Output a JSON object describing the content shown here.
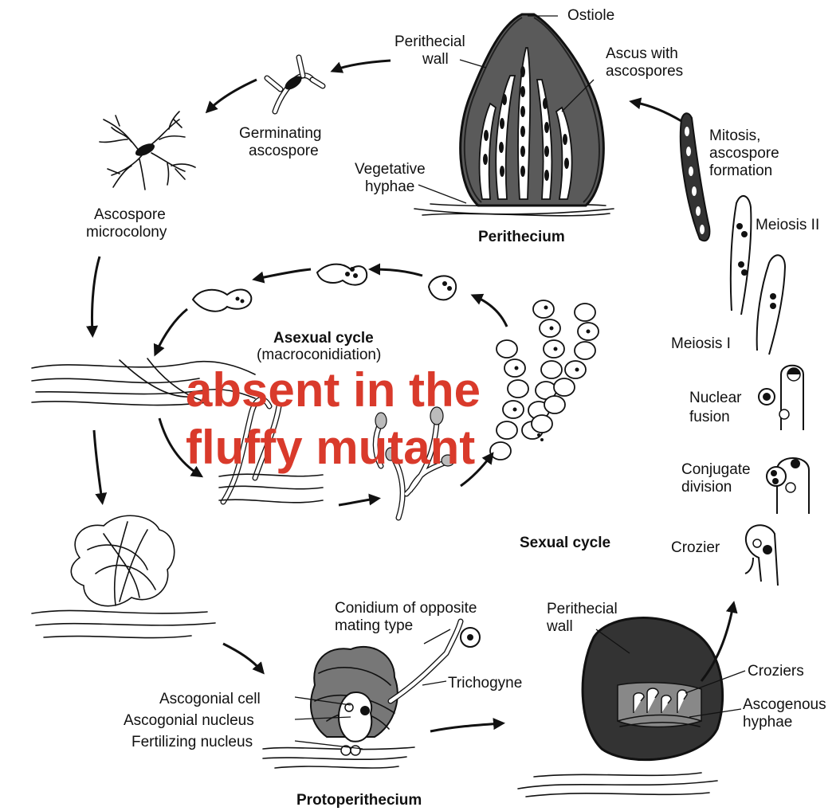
{
  "overlay": {
    "line1": "absent in the",
    "line2": "fluffy mutant",
    "color": "#d93a2b"
  },
  "labels": {
    "ostiole": "Ostiole",
    "perithecial_wall_top_1": "Perithecial",
    "perithecial_wall_top_2": "wall",
    "ascus_with_1": "Ascus with",
    "ascus_with_2": "ascospores",
    "vegetative_1": "Vegetative",
    "vegetative_2": "hyphae",
    "perithecium": "Perithecium",
    "germinating_1": "Germinating",
    "germinating_2": "ascospore",
    "microcolony_1": "Ascospore",
    "microcolony_2": "microcolony",
    "mitosis_1": "Mitosis,",
    "mitosis_2": "ascospore",
    "mitosis_3": "formation",
    "meiosis_2": "Meiosis II",
    "meiosis_1": "Meiosis I",
    "nuclear_1": "Nuclear",
    "nuclear_2": "fusion",
    "conjugate_1": "Conjugate",
    "conjugate_2": "division",
    "crozier": "Crozier",
    "asexual_title": "Asexual cycle",
    "asexual_sub": "(macroconidiation)",
    "sexual_cycle": "Sexual cycle",
    "conidium_1": "Conidium of opposite",
    "conidium_2": "mating type",
    "trichogyne": "Trichogyne",
    "ascogonial_cell": "Ascogonial cell",
    "ascogonial_nucleus": "Ascogonial nucleus",
    "fertilizing_nucleus": "Fertilizing nucleus",
    "protoperithecium": "Protoperithecium",
    "perithecial_wall_bot_1": "Perithecial",
    "perithecial_wall_bot_2": "wall",
    "croziers": "Croziers",
    "ascogenous_1": "Ascogenous",
    "ascogenous_2": "hyphae"
  }
}
